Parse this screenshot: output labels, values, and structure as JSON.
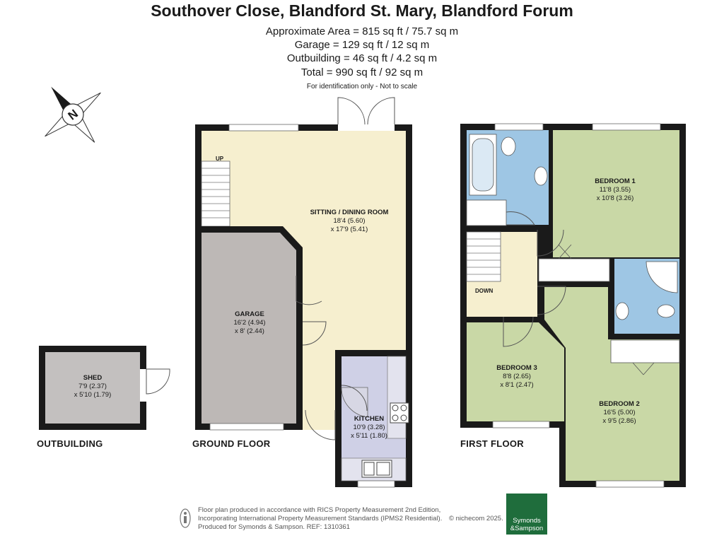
{
  "header": {
    "title": "Southover Close, Blandford St. Mary, Blandford Forum",
    "areas": [
      "Approximate Area = 815 sq ft / 75.7 sq m",
      "Garage  = 129 sq ft / 12 sq m",
      "Outbuilding = 46 sq ft / 4.2 sq m",
      "Total = 990 sq ft / 92 sq m"
    ],
    "note": "For identification only - Not to scale"
  },
  "compass": {
    "letter": "N",
    "icon": "north-arrow-icon"
  },
  "rooms": {
    "shed": {
      "name": "SHED",
      "dim1": "7'9 (2.37)",
      "dim2": "x 5'10 (1.79)"
    },
    "garage": {
      "name": "GARAGE",
      "dim1": "16'2 (4.94)",
      "dim2": "x 8' (2.44)"
    },
    "sitting": {
      "name": "SITTING / DINING ROOM",
      "dim1": "18'4 (5.60)",
      "dim2": "x 17'9 (5.41)"
    },
    "kitchen": {
      "name": "KITCHEN",
      "dim1": "10'9 (3.28)",
      "dim2": "x 5'11 (1.80)"
    },
    "bed1": {
      "name": "BEDROOM 1",
      "dim1": "11'8 (3.55)",
      "dim2": "x 10'8 (3.26)"
    },
    "bed2": {
      "name": "BEDROOM 2",
      "dim1": "16'5 (5.00)",
      "dim2": "x 9'5 (2.86)"
    },
    "bed3": {
      "name": "BEDROOM 3",
      "dim1": "8'8 (2.65)",
      "dim2": "x 8'1 (2.47)"
    }
  },
  "stairs": {
    "up": "UP",
    "down": "DOWN"
  },
  "floors": {
    "outbuilding": "OUTBUILDING",
    "ground": "GROUND FLOOR",
    "first": "FIRST FLOOR"
  },
  "colors": {
    "wall": "#1a1a1a",
    "living": "#f6efcf",
    "garage": "#bdb8b6",
    "kitchen": "#cfd0e6",
    "bedroom": "#c9d8a6",
    "bathroom": "#9ec6e4",
    "shed": "#c3c0bf",
    "logo": "#1f6d3c"
  },
  "footer": {
    "line1": "Floor plan produced in accordance with RICS Property Measurement 2nd Edition,",
    "line2": "Incorporating International Property Measurement Standards (IPMS2 Residential).",
    "line3": "Produced for Symonds & Sampson.   REF:  1310361",
    "copyright": "© nichecom 2025.",
    "logo_line1": "Symonds",
    "logo_line2": "&Sampson"
  }
}
